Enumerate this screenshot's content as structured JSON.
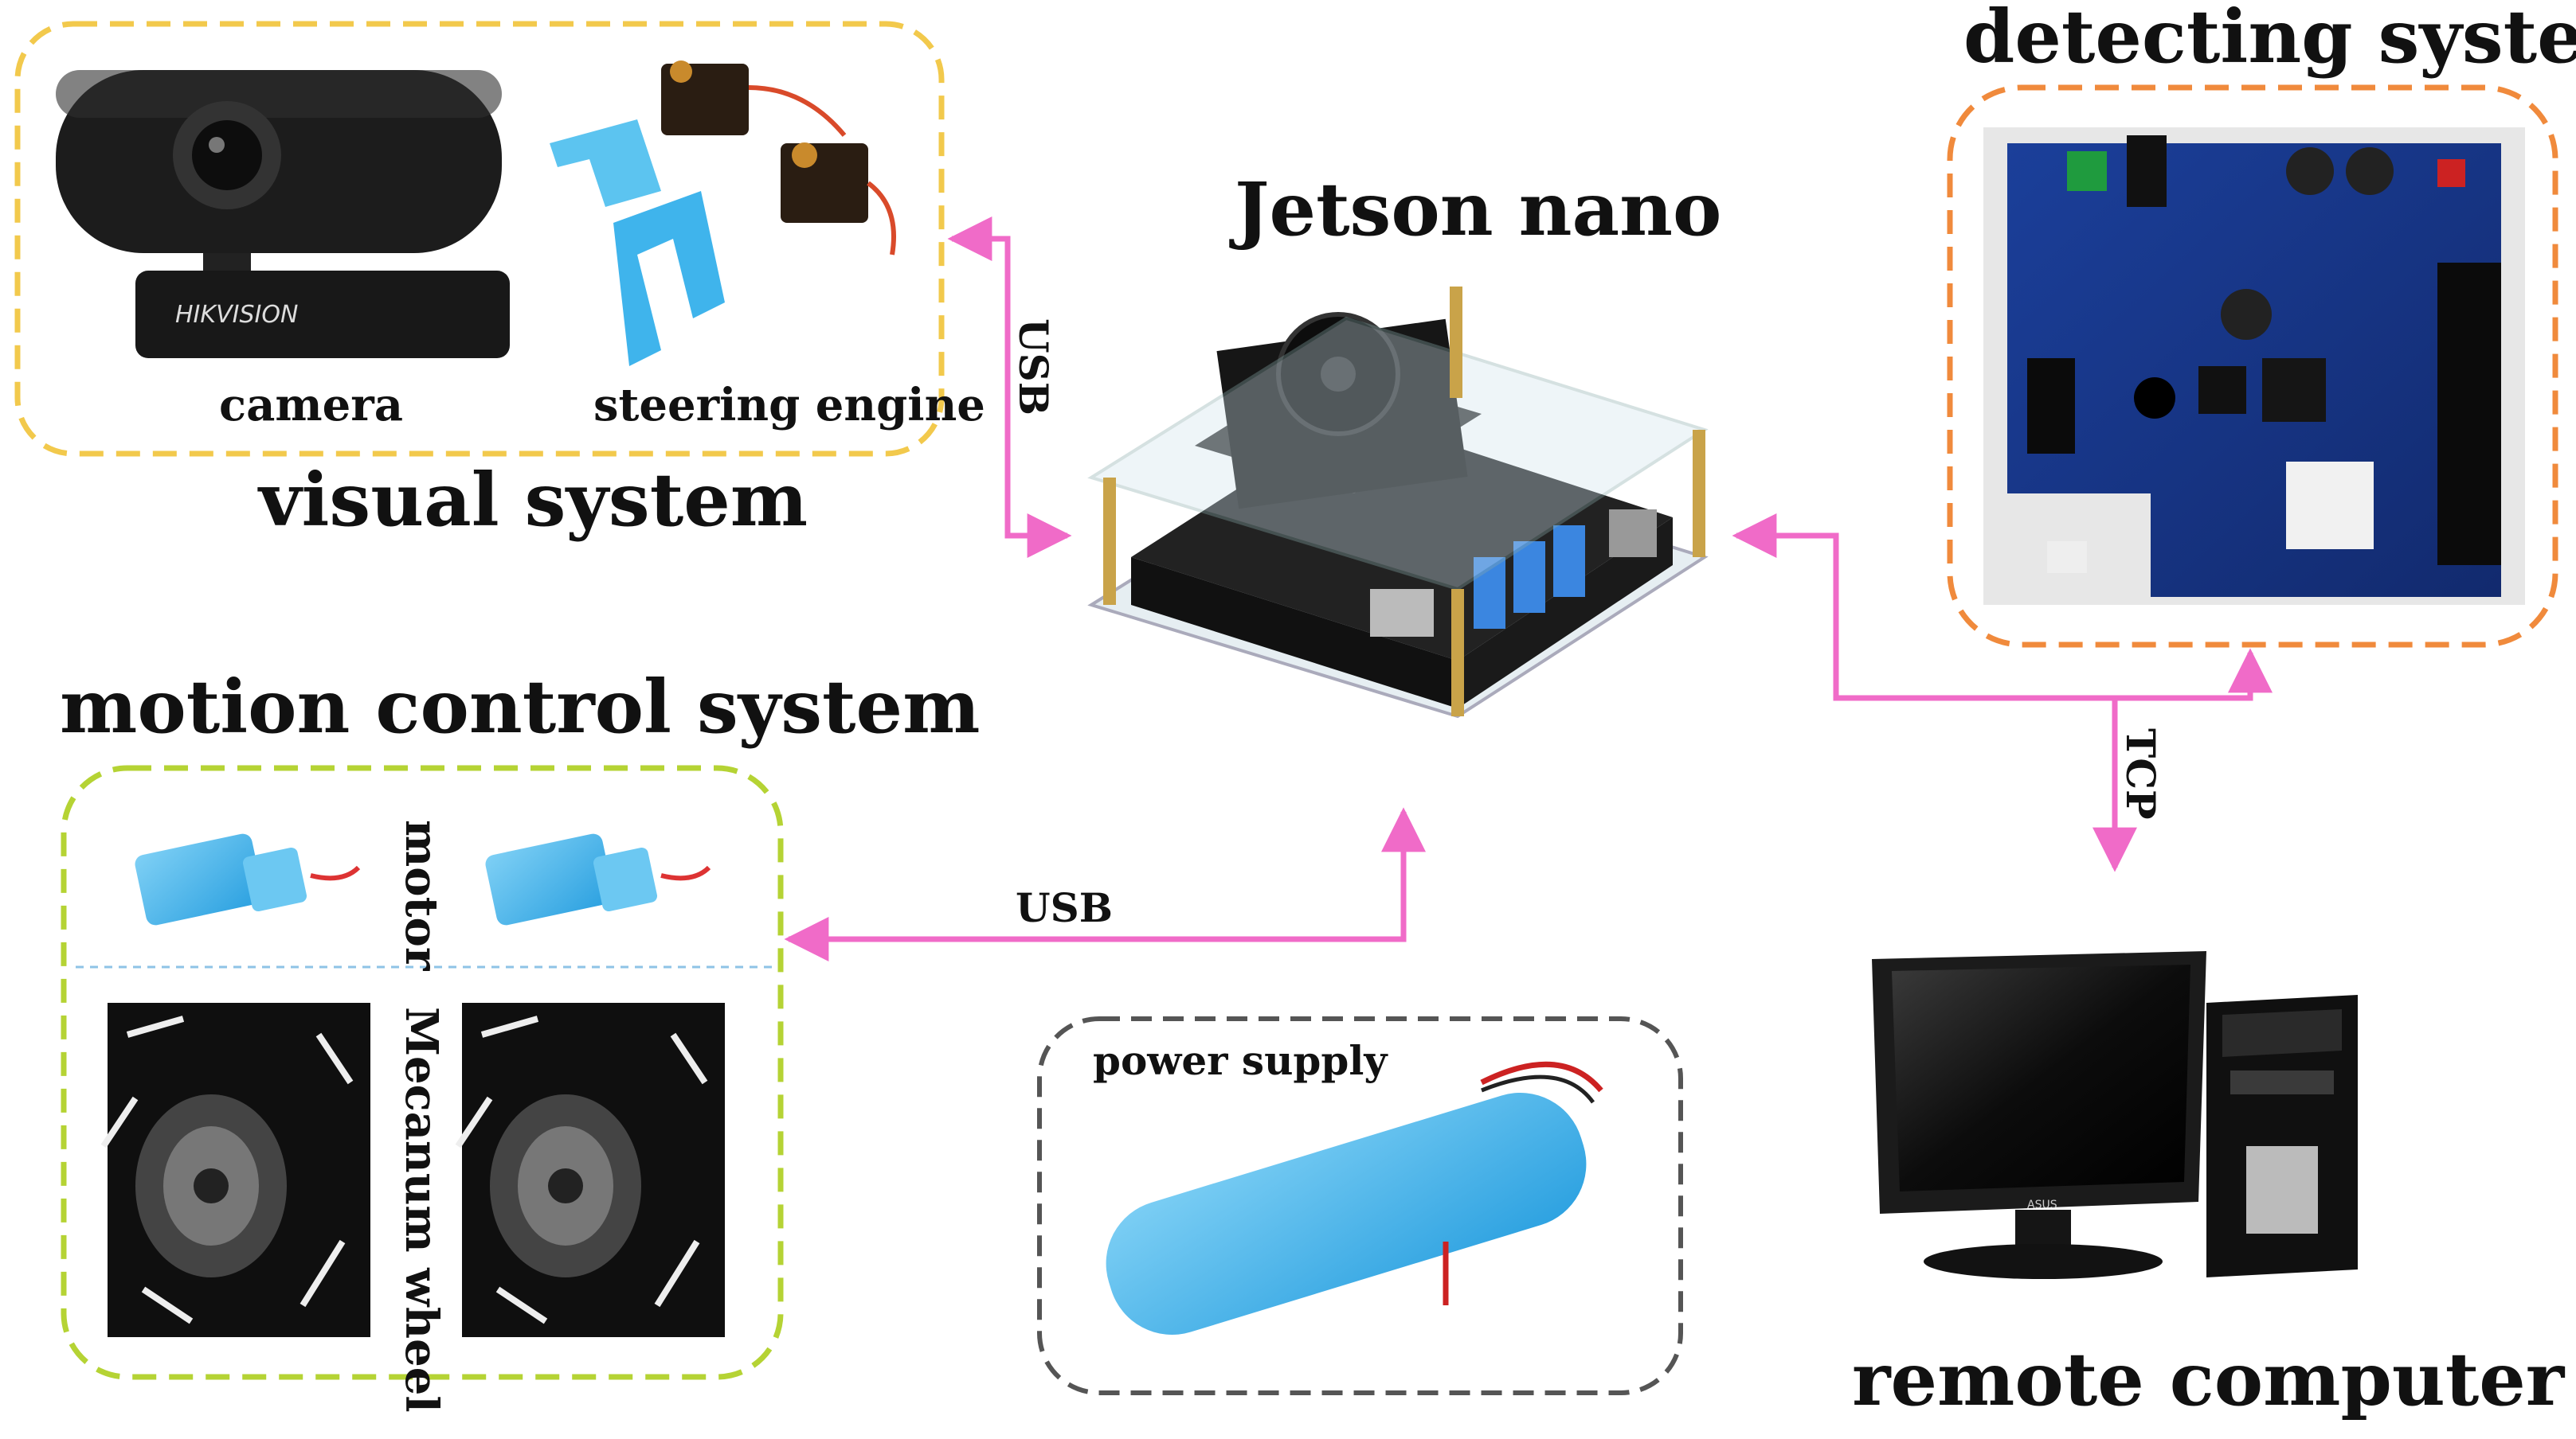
{
  "visual_system": {
    "title": "visual system",
    "camera_label": "camera",
    "steering_label": "steering engine",
    "camera_brand": "HIKVISION",
    "border_color": "#f2c94c"
  },
  "jetson": {
    "title": "Jetson nano"
  },
  "detecting_system": {
    "title": "detecting system",
    "border_color": "#f08a3c"
  },
  "motion_control": {
    "title": "motion control system",
    "motor_label": "motor",
    "wheel_label": "Mecanum wheel",
    "border_color": "#b5d334"
  },
  "power": {
    "label": "power supply",
    "border_color": "#555555"
  },
  "remote": {
    "title": "remote computer",
    "monitor_brand": "ASUS"
  },
  "connections": {
    "usb_top": "USB",
    "usb_bottom": "USB",
    "tcp": "TCP",
    "line_color": "#f06bc8"
  }
}
